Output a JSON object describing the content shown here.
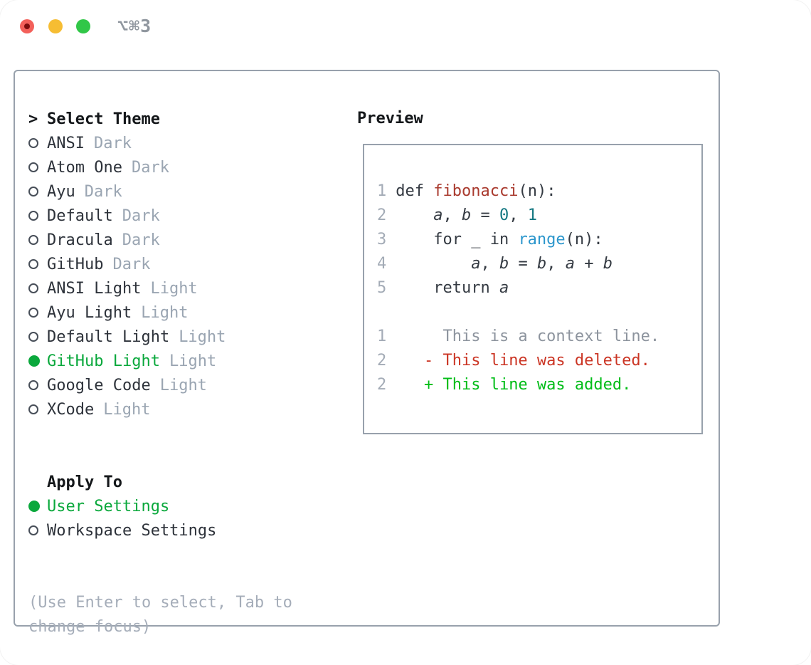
{
  "window": {
    "title": "⌥⌘3"
  },
  "traffic_lights": {
    "close_color": "#f3605a",
    "close_dot_color": "#7d0d0d",
    "minimize_color": "#f6bd33",
    "zoom_color": "#31c748"
  },
  "theme_panel": {
    "prompt": ">",
    "title": "Select Theme",
    "themes": [
      {
        "name": "ANSI",
        "variant": "Dark",
        "selected": false
      },
      {
        "name": "Atom One",
        "variant": "Dark",
        "selected": false
      },
      {
        "name": "Ayu",
        "variant": "Dark",
        "selected": false
      },
      {
        "name": "Default",
        "variant": "Dark",
        "selected": false
      },
      {
        "name": "Dracula",
        "variant": "Dark",
        "selected": false
      },
      {
        "name": "GitHub",
        "variant": "Dark",
        "selected": false
      },
      {
        "name": "ANSI Light",
        "variant": "Light",
        "selected": false
      },
      {
        "name": "Ayu Light",
        "variant": "Light",
        "selected": false
      },
      {
        "name": "Default Light",
        "variant": "Light",
        "selected": false
      },
      {
        "name": "GitHub Light",
        "variant": "Light",
        "selected": true
      },
      {
        "name": "Google Code",
        "variant": "Light",
        "selected": false
      },
      {
        "name": "XCode",
        "variant": "Light",
        "selected": false
      }
    ],
    "apply_to": {
      "title": "Apply To",
      "options": [
        {
          "name": "User Settings",
          "selected": true
        },
        {
          "name": "Workspace Settings",
          "selected": false
        }
      ]
    },
    "help_line1": "(Use Enter to select, Tab to",
    "help_line2": "change focus)"
  },
  "preview": {
    "title": "Preview",
    "code": [
      {
        "num": "1",
        "segs": [
          {
            "t": "def "
          },
          {
            "t": "fibonacci"
          },
          {
            "t": "(n):"
          }
        ]
      },
      {
        "num": "2",
        "segs": [
          {
            "t": "    "
          },
          {
            "t": "a"
          },
          {
            "t": ", "
          },
          {
            "t": "b"
          },
          {
            "t": " = "
          },
          {
            "t": "0"
          },
          {
            "t": ", "
          },
          {
            "t": "1"
          }
        ]
      },
      {
        "num": "3",
        "segs": [
          {
            "t": "    for _ in "
          },
          {
            "t": "range"
          },
          {
            "t": "(n):"
          }
        ]
      },
      {
        "num": "4",
        "segs": [
          {
            "t": "        "
          },
          {
            "t": "a"
          },
          {
            "t": ", "
          },
          {
            "t": "b"
          },
          {
            "t": " = "
          },
          {
            "t": "b"
          },
          {
            "t": ", "
          },
          {
            "t": "a"
          },
          {
            "t": " + "
          },
          {
            "t": "b"
          }
        ]
      },
      {
        "num": "5",
        "segs": [
          {
            "t": "    return "
          },
          {
            "t": "a"
          }
        ]
      },
      {
        "num": "1",
        "context": "     This is a context line."
      },
      {
        "num": "2",
        "deleted": "   - This line was deleted."
      },
      {
        "num": "2",
        "added": "   + This line was added."
      }
    ]
  },
  "colors": {
    "panel_border": "#98a1ac",
    "header_text": "#14171a",
    "theme_name": "#2d323a",
    "variant_muted": "#9aa5b2",
    "selected_green": "#0aa83c",
    "help_muted": "#a5adb9",
    "line_number": "#a3abb6",
    "code_default": "#343a42",
    "function_red": "#a93a2e",
    "number_teal": "#157882",
    "builtin_blue": "#2b96cc",
    "context_gray": "#8d949e",
    "deleted_red": "#cb3524",
    "added_green": "#00bd17",
    "titlebar_text": "#8f969e"
  }
}
